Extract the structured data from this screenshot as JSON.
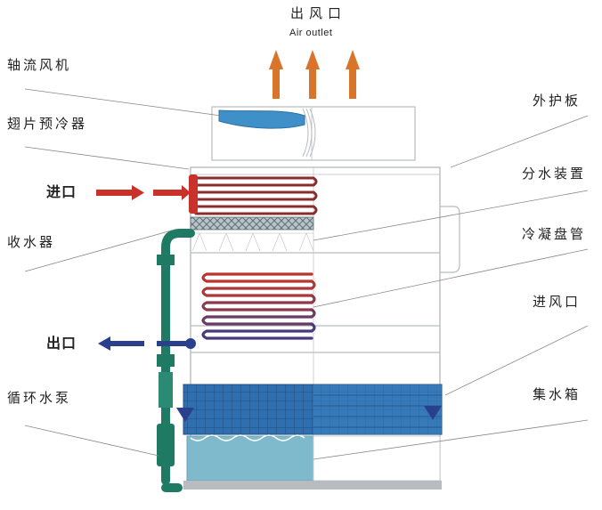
{
  "labels": {
    "outlet_zh": "出风口",
    "outlet_en": "Air outlet",
    "axial_fan": "轴流风机",
    "fin_precooler": "翅片预冷器",
    "inlet": "进口",
    "drift_eliminator": "收水器",
    "outlet": "出口",
    "circulating_pump": "循环水泵",
    "outer_panel": "外护板",
    "water_distributor": "分水装置",
    "condensing_coil": "冷凝盘管",
    "air_inlet": "进风口",
    "water_tank": "集水箱"
  },
  "colors": {
    "hot_red": "#c8322a",
    "cool_blue": "#2b3f8f",
    "pipe_green": "#1f7a63",
    "arrow_orange": "#d8752b",
    "tank_water": "#7fb9cc",
    "basin_blue": "#2e6ea8",
    "frame_gray": "#b8bcc0"
  }
}
